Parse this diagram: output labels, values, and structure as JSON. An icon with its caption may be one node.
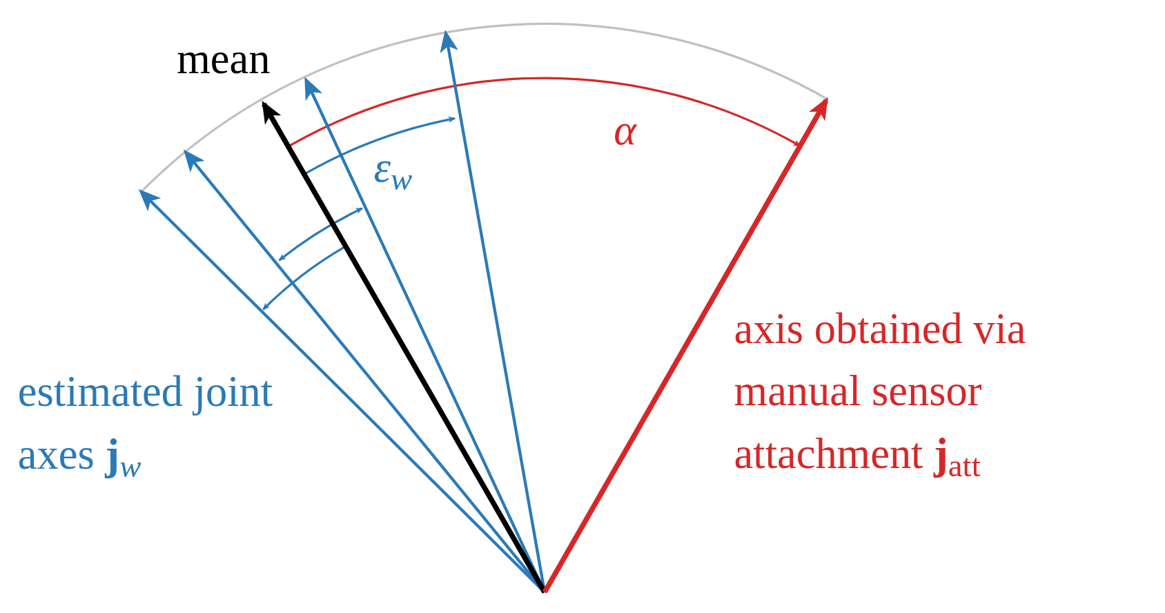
{
  "diagram": {
    "labels": [
      "mean",
      "α",
      "ε$_{w}$",
      "axis obtained via manual sensor attachment **j**$_{att}$",
      "estimated joint axes **j**$_{w}$"
    ]
  }
}
